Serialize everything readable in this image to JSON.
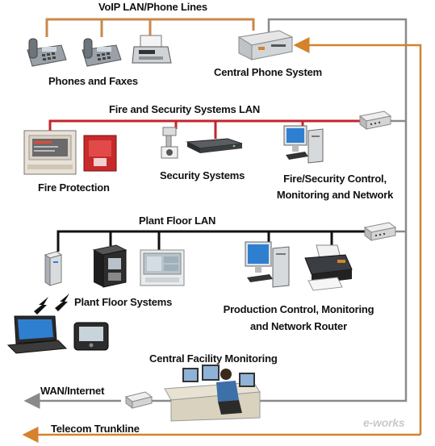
{
  "labels": {
    "voip": "VoIP LAN/Phone Lines",
    "phones": "Phones and Faxes",
    "central_phone": "Central Phone System",
    "fire_lan": "Fire and Security Systems LAN",
    "fire_protection": "Fire Protection",
    "security_systems": "Security Systems",
    "fire_control_1": "Fire/Security Control,",
    "fire_control_2": "Monitoring and Network",
    "plant_lan": "Plant Floor LAN",
    "plant_systems": "Plant Floor Systems",
    "production_1": "Production Control,  Monitoring",
    "production_2": "and Network Router",
    "central_facility": "Central Facility Monitoring",
    "wan": "WAN/Internet",
    "telecom": "Telecom Trunkline",
    "watermark": "e-works"
  },
  "colors": {
    "voip_line": "#c8894a",
    "fire_line": "#c0262c",
    "plant_line": "#111111",
    "trunk_line": "#8a8a8a",
    "arrow_orange": "#d4822c"
  },
  "icons": [
    "desk-phone-icon",
    "fax-machine-icon",
    "phone-system-unit-icon",
    "router-icon",
    "fire-panel-icon",
    "fire-alarm-icon",
    "security-camera-icon",
    "dvr-switch-icon",
    "desktop-computer-icon",
    "server-tower-icon",
    "cabinet-icon",
    "monitor-panel-icon",
    "laptop-icon",
    "wireless-signal-icon",
    "handheld-device-icon",
    "printer-icon",
    "operator-desk-icon"
  ]
}
